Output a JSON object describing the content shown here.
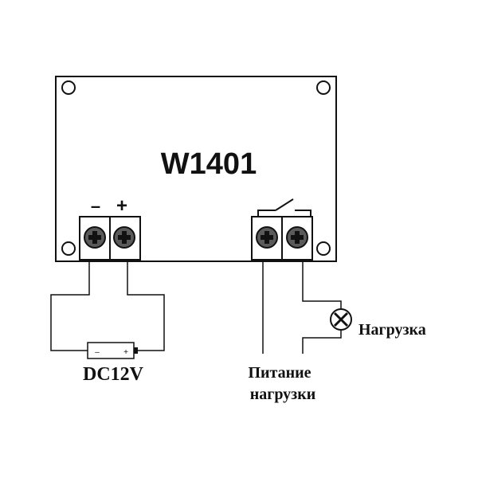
{
  "board": {
    "model": "W1401"
  },
  "power_terminal": {
    "minus": "–",
    "plus": "+"
  },
  "battery": {
    "minus": "–",
    "plus": "+",
    "label": "DC12V"
  },
  "load": {
    "label": "Нагрузка"
  },
  "load_power": {
    "line1": "Питание",
    "line2": "нагрузки"
  }
}
